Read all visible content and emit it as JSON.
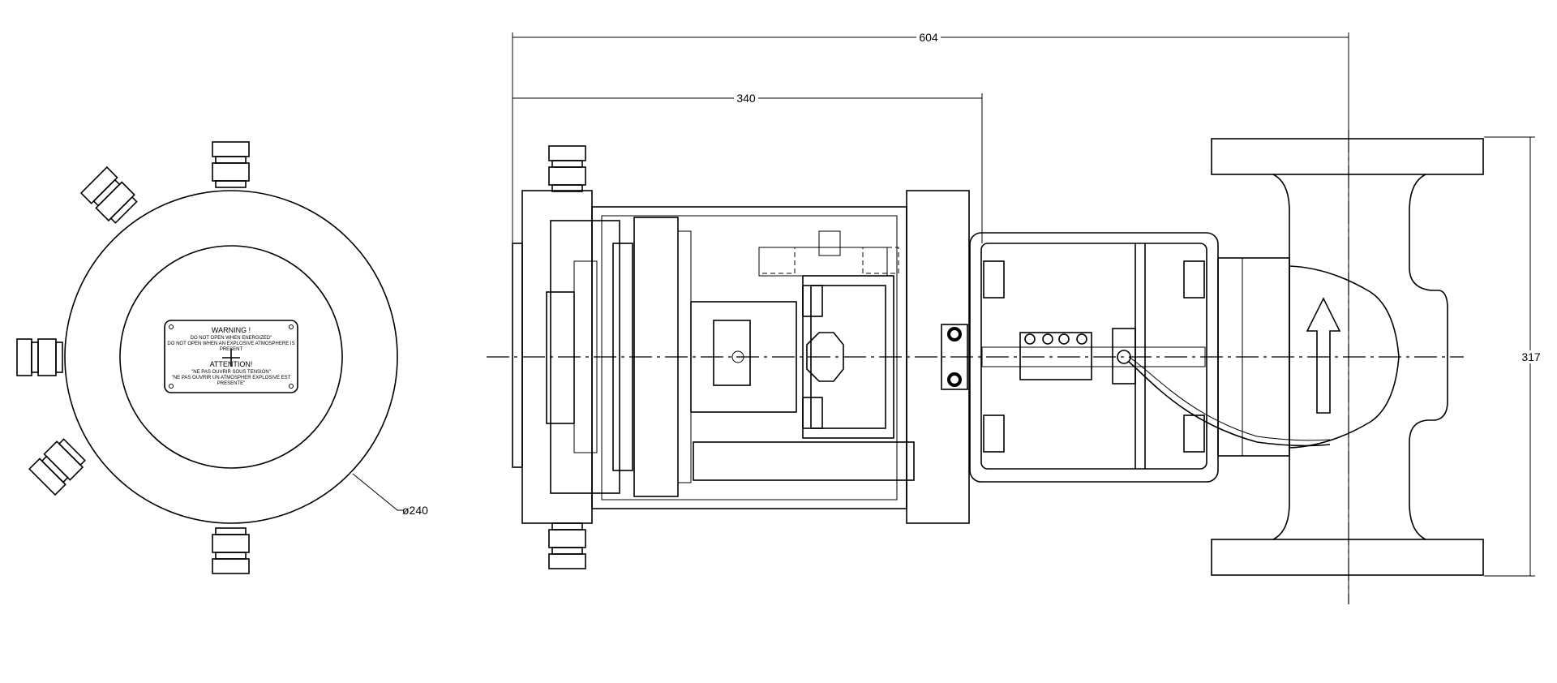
{
  "dimensions": {
    "overall_length": "604",
    "actuator_length": "340",
    "valve_height": "317",
    "diameter": "ø240"
  },
  "warning_plate": {
    "title_en": "WARNING !",
    "line1_en": "DO NOT OPEN WHEN ENERGIZED\"",
    "line2_en": "DO NOT OPEN WHEN AN EXPLOSIVE ATMOSPHERE IS",
    "line3_en": "PRESENT",
    "title_fr": "ATTENTION!",
    "line1_fr": "\"NE PAS OUVRIR SOUS TENSION\"",
    "line2_fr": "\"NE PAS OUVRIR UN ATMOSPHER EXPLOSIVE EST",
    "line3_fr": "PRESENTE\""
  }
}
